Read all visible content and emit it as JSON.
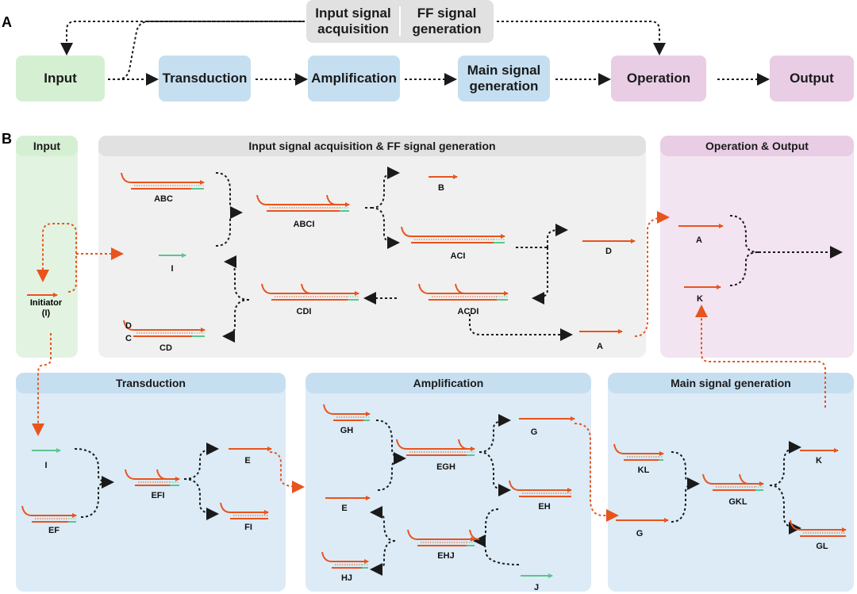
{
  "colors": {
    "green": "#d5efd3",
    "blue": "#c5dff0",
    "purple": "#e8cde5",
    "gray": "#e1e1e1",
    "strand": "#e8541e",
    "toe": "#5bc58f",
    "arrow": "#1a1a1a",
    "orange": "#e8541e"
  },
  "panelA": {
    "label": "A",
    "top_box": {
      "left": "Input signal\nacquisition",
      "right": "FF signal\ngeneration"
    },
    "steps": [
      "Input",
      "Transduction",
      "Amplification",
      "Main signal\ngeneration",
      "Operation",
      "Output"
    ]
  },
  "panelB": {
    "label": "B",
    "input_header": "Input",
    "acq_header": "Input signal acquisition & FF signal generation",
    "opout_header": "Operation & Output",
    "trans_header": "Transduction",
    "amp_header": "Amplification",
    "main_header": "Main signal generation",
    "initiator_label": "Initiator\n(I)"
  },
  "species": [
    {
      "name": "ABC"
    },
    {
      "name": "ABCI"
    },
    {
      "name": "B"
    },
    {
      "name": "ACI"
    },
    {
      "name": "D"
    },
    {
      "name": "I"
    },
    {
      "name": "CDI"
    },
    {
      "name": "ACDI"
    },
    {
      "name": "A"
    },
    {
      "name": "CD"
    },
    {
      "name": "D"
    },
    {
      "name": "C"
    },
    {
      "name": "A"
    },
    {
      "name": "K"
    },
    {
      "name": "I"
    },
    {
      "name": "EF"
    },
    {
      "name": "EFI"
    },
    {
      "name": "E"
    },
    {
      "name": "FI"
    },
    {
      "name": "GH"
    },
    {
      "name": "EGH"
    },
    {
      "name": "G"
    },
    {
      "name": "E"
    },
    {
      "name": "EH"
    },
    {
      "name": "EHJ"
    },
    {
      "name": "HJ"
    },
    {
      "name": "J"
    },
    {
      "name": "KL"
    },
    {
      "name": "GKL"
    },
    {
      "name": "K"
    },
    {
      "name": "G"
    },
    {
      "name": "GL"
    }
  ]
}
